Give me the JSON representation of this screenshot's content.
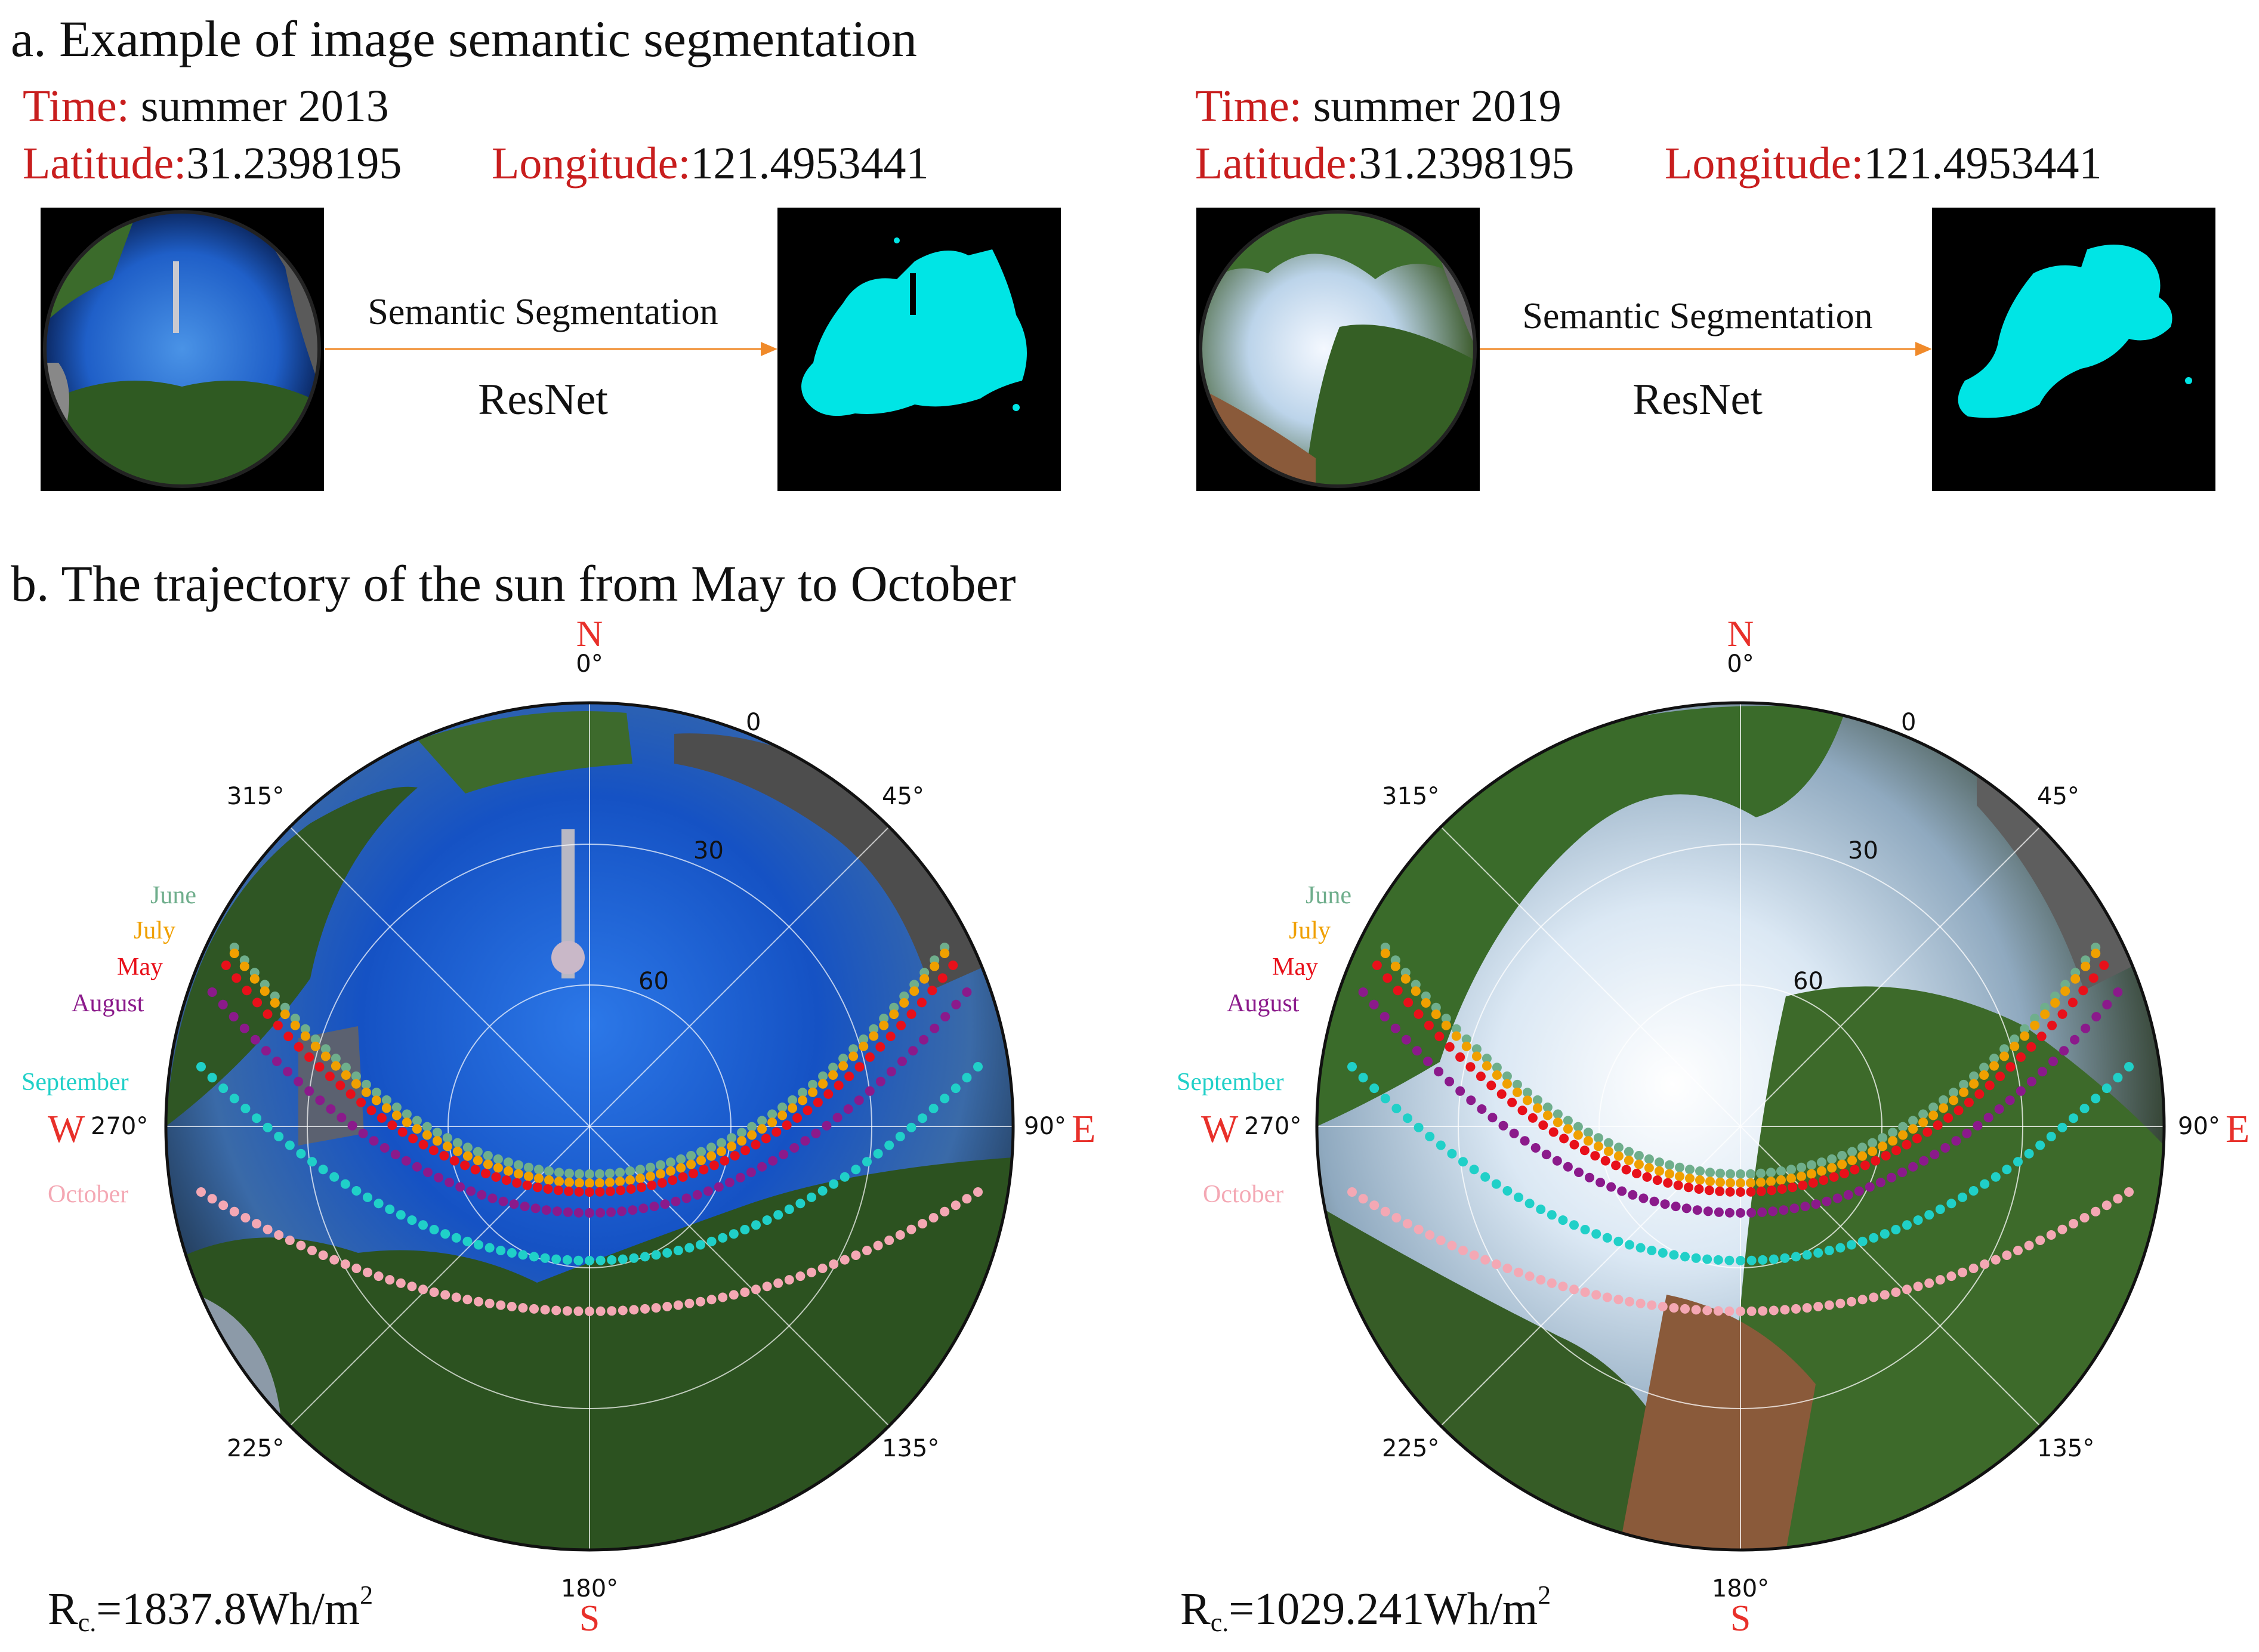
{
  "section_a": {
    "title": "a. Example of image semantic segmentation",
    "left": {
      "time_label": "Time:",
      "time_value": " summer 2013",
      "lat_label": "Latitude:",
      "lat_value": "31.2398195",
      "lon_label": "Longitude:",
      "lon_value": "121.4953441",
      "process_label": "Semantic Segmentation",
      "network_label": "ResNet"
    },
    "right": {
      "time_label": "Time:",
      "time_value": " summer 2019",
      "lat_label": "Latitude:",
      "lat_value": "31.2398195",
      "lon_label": "Longitude:",
      "lon_value": "121.4953441",
      "process_label": "Semantic Segmentation",
      "network_label": "ResNet"
    }
  },
  "section_b": {
    "title": "b. The trajectory of the sun from May to October",
    "compass": {
      "north": "N",
      "south": "S",
      "east": "E",
      "west": "W",
      "deg_north": "0°",
      "deg_south": "180°",
      "deg_east": "90°",
      "deg_west": "270°"
    },
    "ring_angle_labels": [
      "0",
      "45°",
      "135°",
      "225°",
      "315°"
    ],
    "radial_labels": [
      "30",
      "60"
    ],
    "legend": [
      {
        "name": "June",
        "color": "#6fae8c"
      },
      {
        "name": "July",
        "color": "#f0a000"
      },
      {
        "name": "May",
        "color": "#e8101a"
      },
      {
        "name": "August",
        "color": "#8b1a8b"
      },
      {
        "name": "September",
        "color": "#20d0c8"
      },
      {
        "name": "October",
        "color": "#f4a8b4"
      }
    ],
    "left_rc": {
      "symbol": "R",
      "sub": "c.",
      "value": "=1837.8Wh/m",
      "sup": "2"
    },
    "right_rc": {
      "symbol": "R",
      "sub": "c.",
      "value": "=1029.241Wh/m",
      "sup": "2"
    }
  },
  "colors": {
    "label_red": "#c81e1e",
    "arrow": "#f08a2a",
    "sky_mask": "#00e5e5"
  }
}
